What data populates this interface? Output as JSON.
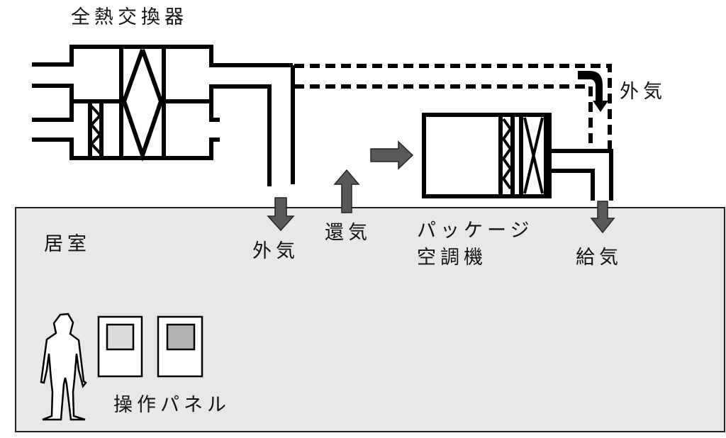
{
  "title": "全熱交換器",
  "labels": {
    "outdoor_air_top": "外気",
    "outdoor_air_exhaust": "外気",
    "return_air": "還気",
    "package_ac_line1": "パッケージ",
    "package_ac_line2": "空調機",
    "supply_air": "給気",
    "room": "居室",
    "control_panel": "操作パネル"
  },
  "colors": {
    "room_fill": "#e8e8e8",
    "arrow_fill": "#595959",
    "panel_screen_left": "#dcdcdc",
    "panel_screen_right": "#b4b4b4",
    "line": "#000000"
  }
}
